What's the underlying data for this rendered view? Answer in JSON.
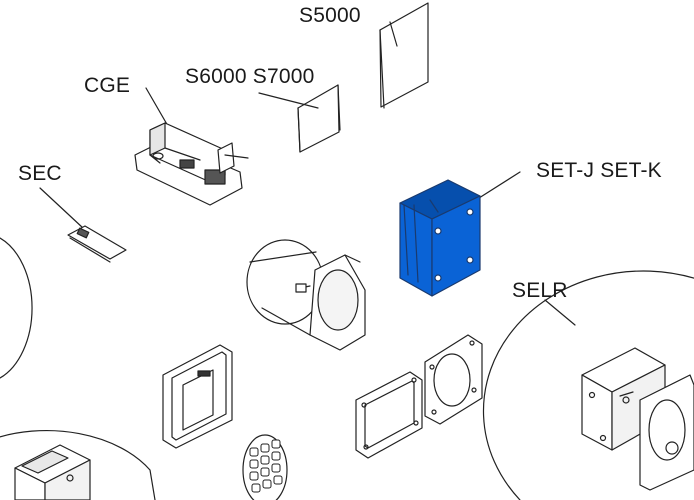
{
  "labels": {
    "s5000": "S5000",
    "s6000_s7000": "S6000 S7000",
    "cge": "CGE",
    "sec": "SEC",
    "setj_setk": "SET-J SET-K",
    "selr": "SELR"
  },
  "colors": {
    "highlight": "#0a63d6",
    "highlight_dark": "#064fad",
    "line": "#222222",
    "part_fill": "#ffffff",
    "shade": "#d9d9d9"
  }
}
